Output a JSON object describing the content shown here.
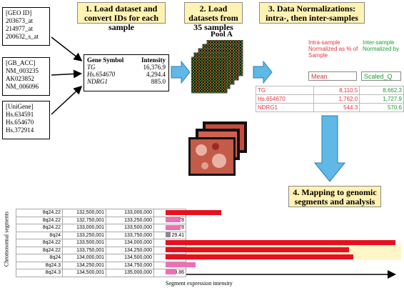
{
  "steps": {
    "s1": "1. Load dataset and convert IDs for each sample",
    "s2": "2. Load datasets from 35 samples",
    "s3": "3. Data Normalizations: intra-, then inter-samples",
    "s4": "4. Mapping to genomic segments and analysis"
  },
  "id_boxes": [
    {
      "header": "[GEO ID]",
      "items": [
        "203673_at",
        "214977_at",
        "200632_s_at"
      ]
    },
    {
      "header": "[GB_ACC]",
      "items": [
        "NM_003235",
        "AK023852",
        "NM_006096"
      ]
    },
    {
      "header": "[UniGene]",
      "items": [
        "Hs.634591",
        "Hs.654670",
        "Hs.372914"
      ]
    }
  ],
  "gene_box": {
    "col1": "Gene Symbol",
    "col2": "Intensity",
    "rows": [
      {
        "gene": "TG",
        "value": "16,376.9"
      },
      {
        "gene": "Hs.654670",
        "value": "4,294.4"
      },
      {
        "gene": "NDRG1",
        "value": "885.0"
      }
    ]
  },
  "pool": {
    "label": "Pool A"
  },
  "normalization": {
    "intra_label": "Intra-sample Normalized as % of Sample",
    "inter_label": "Inter-sample Normalized by",
    "mean_header": "Mean",
    "scaled_header": "Scaled_Q",
    "rows": [
      {
        "gene": "TG",
        "mean": "8,110.5",
        "scaled": "8,662.3"
      },
      {
        "gene": "Hs.654670",
        "mean": "1,762.0",
        "scaled": "1,727.9"
      },
      {
        "gene": "NDRG1",
        "mean": "544.3",
        "scaled": "570.6"
      }
    ]
  },
  "segments": {
    "y_axis_label": "Chromosomal segments",
    "x_axis_label": "Segment expression intensity",
    "rows": [
      {
        "band": "8q24.22",
        "start": "132,500,001",
        "end": "133,000,000",
        "value": "307.05",
        "v": 307.05,
        "color": "#e8101e"
      },
      {
        "band": "8q24.22",
        "start": "132,750,001",
        "end": "133,250,000",
        "value": "84.78",
        "v": 84.78,
        "color": "#ee6fb4"
      },
      {
        "band": "8q24.22",
        "start": "133,000,001",
        "end": "133,500,000",
        "value": "84.78",
        "v": 84.78,
        "color": "#ee6fb4"
      },
      {
        "band": "8q24",
        "start": "133,250,001",
        "end": "133,750,000",
        "value": "29.41",
        "v": 29.41,
        "color": "#8a8a8a"
      },
      {
        "band": "8q24.22",
        "start": "133,500,001",
        "end": "134,000,000",
        "value": "1,275.68",
        "v": 1275.68,
        "color": "#e8101e"
      },
      {
        "band": "8q24.22",
        "start": "133,750,001",
        "end": "134,250,000",
        "value": "1,019.13",
        "v": 1019.13,
        "color": "#e8101e"
      },
      {
        "band": "8q24",
        "start": "134,000,001",
        "end": "134,500,000",
        "value": "1,040.20",
        "v": 1040.2,
        "color": "#e8101e"
      },
      {
        "band": "8q24.3",
        "start": "134,250,001",
        "end": "134,750,000",
        "value": "165.18",
        "v": 165.18,
        "color": "#ee6fb4"
      },
      {
        "band": "8q24.3",
        "start": "134,500,001",
        "end": "135,000,000",
        "value": "60.86",
        "v": 60.86,
        "color": "#ee6fb4"
      }
    ]
  }
}
